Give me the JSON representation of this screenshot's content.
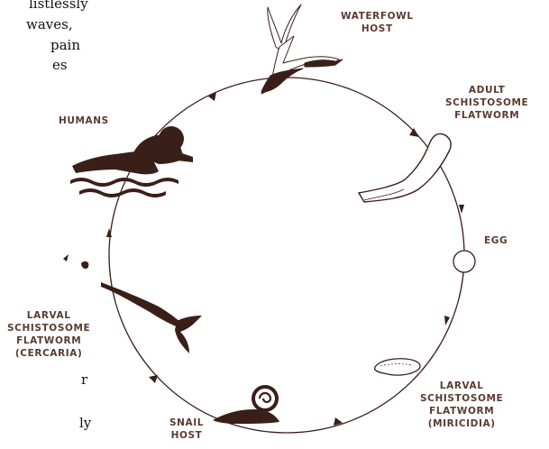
{
  "colors": {
    "ink": "#3a1f18",
    "label": "#5a3b30",
    "text": "#111111"
  },
  "labels": {
    "waterfowl_host": [
      "WATERFOWL",
      "HOST"
    ],
    "adult_worm": [
      "ADULT",
      "SCHISTOSOME",
      "FLATWORM"
    ],
    "egg": "EGG",
    "miricidia": [
      "LARVAL",
      "SCHISTOSOME",
      "FLATWORM",
      "(MIRICIDIA)"
    ],
    "snail_host": [
      "SNAIL",
      "HOST"
    ],
    "cercaria": [
      "LARVAL",
      "SCHISTOSOME",
      "FLATWORM",
      "(CERCARIA)"
    ],
    "humans": "HUMANS"
  },
  "side_text": {
    "line1": "listlessly",
    "line2": "waves,",
    "line3": "pain",
    "line4": "es",
    "bottom1": "r",
    "bottom2": "ly"
  },
  "icons": [
    "bird-icon",
    "worm-icon",
    "egg-icon",
    "larva-icon",
    "snail-icon",
    "cercaria-icon",
    "swimmer-icon",
    "arrow-icon"
  ]
}
